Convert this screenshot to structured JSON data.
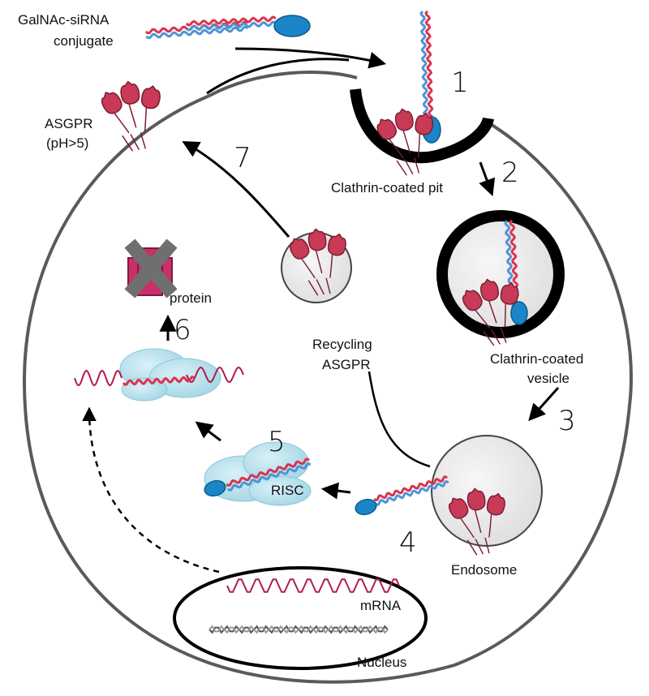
{
  "labels": {
    "conjugate_line1": "GalNAc-siRNA",
    "conjugate_line2": "conjugate",
    "asgpr_line1": "ASGPR",
    "asgpr_line2": "(pH>5)",
    "pit": "Clathrin-coated pit",
    "vesicle_line1": "Clathrin-coated",
    "vesicle_line2": "vesicle",
    "recycling_line1": "Recycling",
    "recycling_line2": "ASGPR",
    "endosome": "Endosome",
    "risc": "RISC",
    "protein": "protein",
    "mrna": "mRNA",
    "nucleus": "Nucleus"
  },
  "steps": [
    "1",
    "2",
    "3",
    "4",
    "5",
    "6",
    "7"
  ],
  "colors": {
    "membrane": "#555555",
    "pit_coat": "#000000",
    "galnac": "#1a86c8",
    "rna_red": "#d9354f",
    "rna_blue": "#4f95d4",
    "mrna": "#b01c4e",
    "receptor": "#c83a55",
    "risc": "#a9dbe8",
    "protein_x": "#777777",
    "protein_box": "#c9306a",
    "vesicle_fill": "#eeeeee"
  }
}
